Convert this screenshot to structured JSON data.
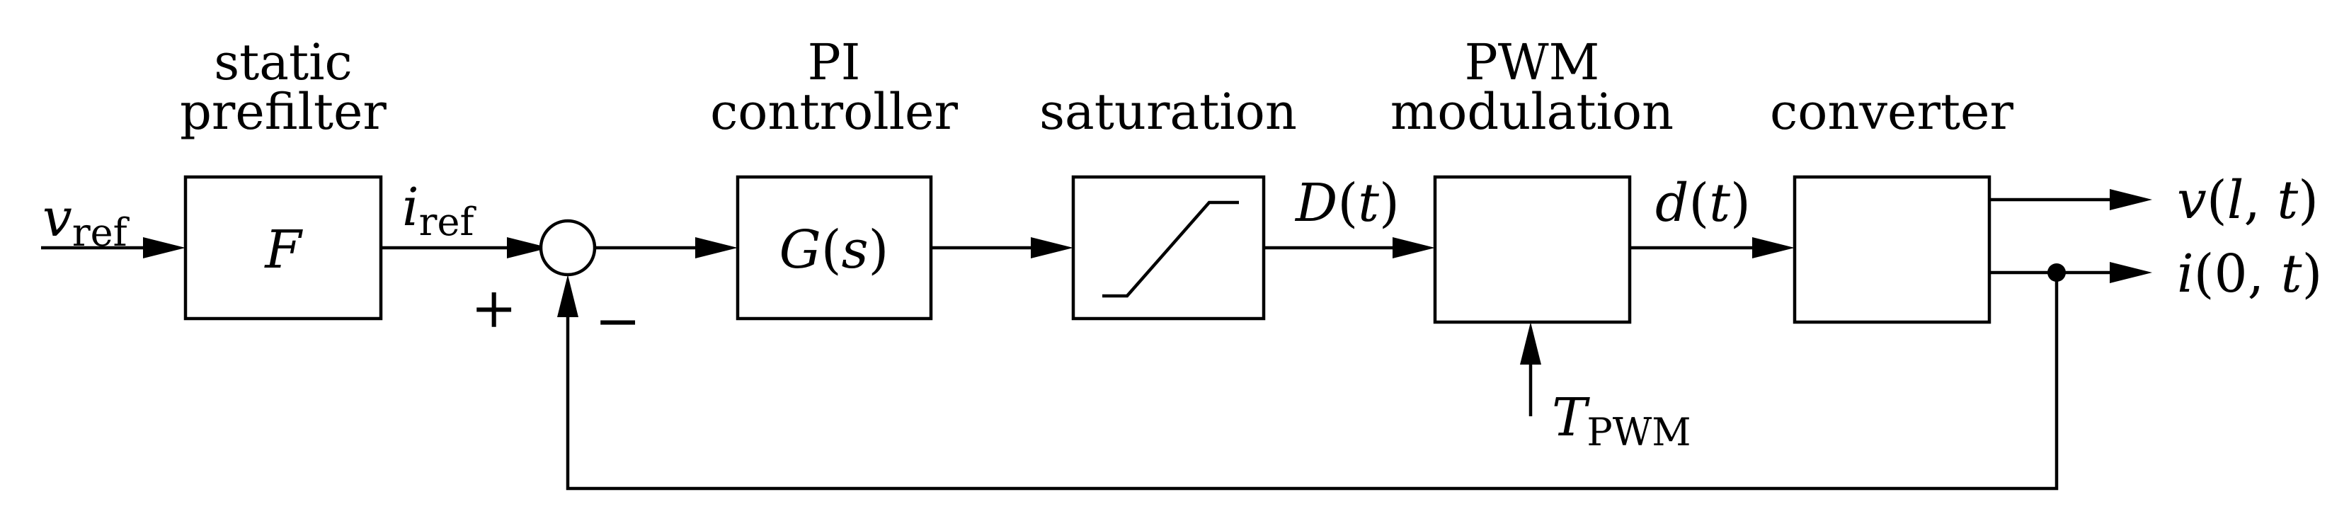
{
  "blocks": {
    "prefilter": {
      "title_line1": "static",
      "title_line2": "prefilter",
      "content": "F"
    },
    "controller": {
      "title_line1": "PI",
      "title_line2": "controller",
      "content_fn": "G",
      "content_arg": "s"
    },
    "saturation": {
      "title": "saturation"
    },
    "pwm": {
      "title_line1": "PWM",
      "title_line2": "modulation"
    },
    "converter": {
      "title": "converter"
    }
  },
  "signals": {
    "v_ref": {
      "base": "v",
      "sub": "ref"
    },
    "i_ref": {
      "base": "i",
      "sub": "ref"
    },
    "duty_cont": {
      "fn": "D",
      "arg": "t"
    },
    "duty": {
      "fn": "d",
      "arg": "t"
    },
    "t_pwm": {
      "base": "T",
      "sub": "PWM"
    },
    "out_v": {
      "fn": "v",
      "arg1": "l",
      "arg2": "t"
    },
    "out_i": {
      "fn": "i",
      "arg1": "0",
      "arg2": "t"
    }
  },
  "summing_junction": {
    "plus": "+",
    "minus": "−"
  },
  "colors": {
    "stroke": "#000000",
    "background": "#ffffff"
  }
}
